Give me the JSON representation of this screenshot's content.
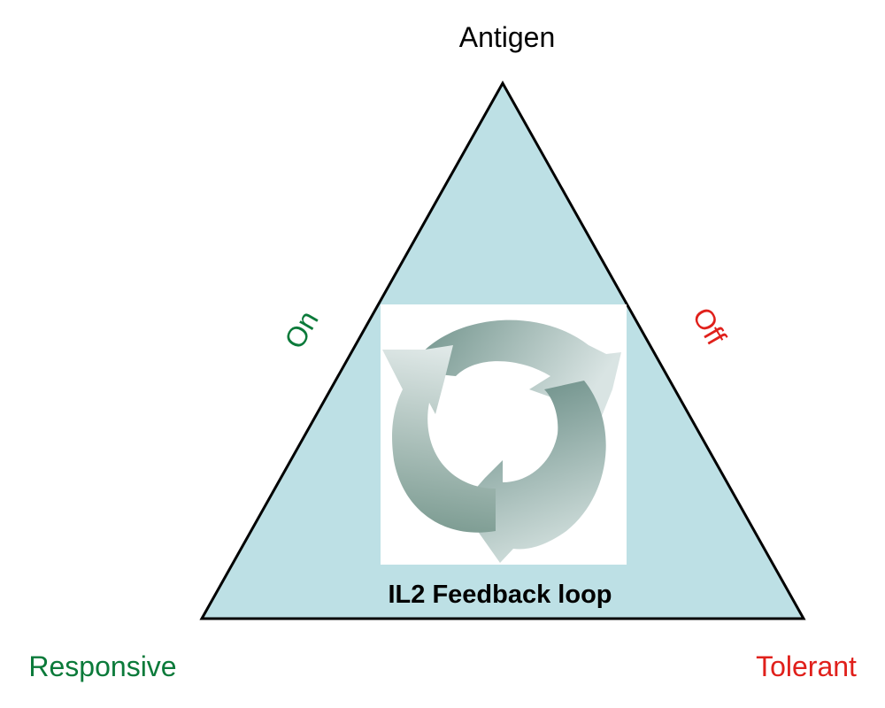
{
  "labels": {
    "top": "Antigen",
    "bottom_left": "Responsive",
    "bottom_right": "Tolerant",
    "left_edge": "On",
    "right_edge": "Off",
    "center": "IL2 Feedback loop"
  },
  "colors": {
    "triangle_fill": "#bde0e5",
    "triangle_stroke": "#000000",
    "responsive": "#0b7a3a",
    "tolerant": "#e0201b",
    "arrow_dark": "#6f928a",
    "arrow_light": "#d7e3e2"
  },
  "icons": {
    "cycle": "cycle-arrows-icon"
  }
}
